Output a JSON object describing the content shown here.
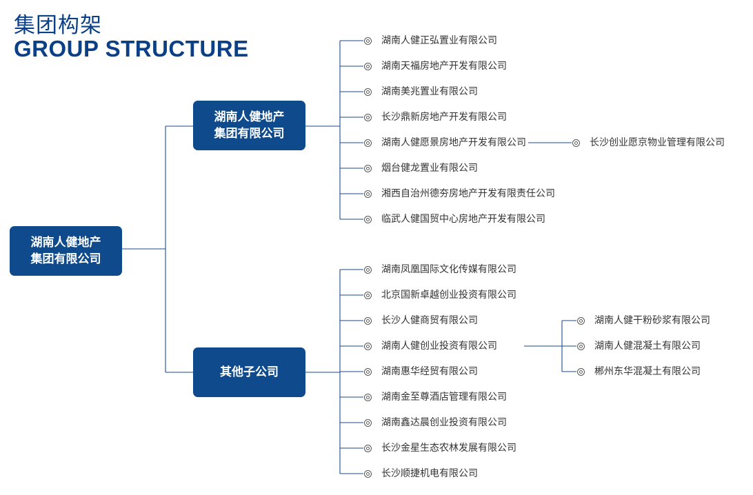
{
  "header": {
    "title_cn": "集团构架",
    "title_en": "GROUP STRUCTURE"
  },
  "root": {
    "line1": "湖南人健地产",
    "line2": "集团有限公司"
  },
  "groups": [
    {
      "line1": "湖南人健地产",
      "line2": "集团有限公司",
      "children": [
        "湖南人健正弘置业有限公司",
        "湖南天福房地产开发有限公司",
        "湖南美兆置业有限公司",
        "长沙鼎新房地产开发有限公司",
        "湖南人健愿景房地产开发有限公司",
        "烟台健龙置业有限公司",
        "湘西自治州德夯房地产开发有限责任公司",
        "临武人健国贸中心房地产开发有限公司"
      ],
      "sub_children": [
        "长沙创业愿京物业管理有限公司"
      ]
    },
    {
      "line1": "其他子公司",
      "children": [
        "湖南凤凰国际文化传媒有限公司",
        "北京国新卓越创业投资有限公司",
        "长沙人健商贸有限公司",
        "湖南人健创业投资有限公司",
        "湖南惠华经贸有限公司",
        "湖南金至尊酒店管理有限公司",
        "湖南鑫达晨创业投资有限公司",
        "长沙金星生态农林发展有限公司",
        "长沙顺捷机电有限公司"
      ],
      "sub_children": [
        "湖南人健干粉砂浆有限公司",
        "湖南人健混凝土有限公司",
        "郴州东华混凝土有限公司"
      ]
    }
  ],
  "colors": {
    "primary": "#0e4a8c",
    "title": "#0b3f86",
    "line": "#174a8a",
    "text": "#333333"
  }
}
